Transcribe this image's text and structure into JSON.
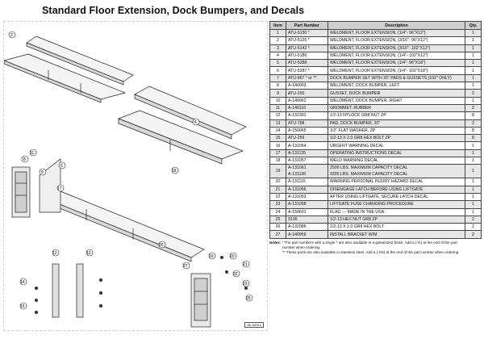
{
  "title": "Standard Floor Extension, Dock Bumpers, and Decals",
  "drawing": {
    "id": "AE-00010"
  },
  "parts_table": {
    "headers": {
      "item": "Item",
      "part_number": "Part Number",
      "description": "Description",
      "qty": "Qty."
    },
    "rows": [
      {
        "item": "1",
        "part": "ATU-5130 *",
        "desc": "WELDMENT, FLOOR EXTENSION, (1/4\"- 96\"X12\")",
        "qty": "1"
      },
      {
        "item": "2",
        "part": "ATU-5126 *",
        "desc": "WELDMENT, FLOOR EXTENSION, (3/16\"- 96\"X12\")",
        "qty": "1"
      },
      {
        "item": "3",
        "part": "ATU-5142 *",
        "desc": "WELDMENT, FLOOR EXTENSION, (3/16\"- 102\"X12\")",
        "qty": "1"
      },
      {
        "item": "4",
        "part": "ATU-5186",
        "desc": "WELDMENT, FLOOR EXTENSION, (1/4\"- 102\"X12\")",
        "qty": "1"
      },
      {
        "item": "5",
        "part": "ATU-5288",
        "desc": "WELDMENT, FLOOR EXTENSION, (1/4\"- 96\"X18\")",
        "qty": "1"
      },
      {
        "item": "6",
        "part": "ATU-5287 *",
        "desc": "WELDMENT, FLOOR EXTENSION, (1/4\"- 102\"X18\")",
        "qty": "1"
      },
      {
        "item": "7",
        "part": "ATU-867 * or **",
        "desc": "DOCK BUMPER SET WITH 20\" PADS & GUSSETS (102\" ONLY)",
        "qty": "1"
      },
      {
        "item": "8",
        "part": "A-140063",
        "desc": "WELDMENT, DOCK BUMPER, LEFT",
        "qty": "1"
      },
      {
        "item": "9",
        "part": "ATU-200",
        "desc": "GUSSET, DOCK BUMPER",
        "qty": "2"
      },
      {
        "item": "10",
        "part": "A-140062",
        "desc": "WELDMENT, DOCK BUMPER, RIGHT",
        "qty": "1"
      },
      {
        "item": "11",
        "part": "A-140116",
        "desc": "GROMMET, RUBBER",
        "qty": "2"
      },
      {
        "item": "12",
        "part": "A-132301",
        "desc": "1/2-13 NYLOCK GR8 NUT ZP",
        "qty": "8"
      },
      {
        "item": "13",
        "part": "ATU-798",
        "desc": "PAD, DOCK BUMPER, 20\"",
        "qty": "2"
      },
      {
        "item": "14",
        "part": "A-150065",
        "desc": "1/2\" FLAT WASHER, ZP",
        "qty": "8"
      },
      {
        "item": "15",
        "part": "ATU-259",
        "desc": "1/2-13 X 2.0 GR8 HEX BOLT ZP",
        "qty": "8"
      },
      {
        "item": "16",
        "part": "A-131054",
        "desc": "URGENT WARNING DECAL",
        "qty": "1"
      },
      {
        "item": "17",
        "part": "A-131135",
        "desc": "OPERATING INSTRUCTIONS DECAL",
        "qty": "1"
      },
      {
        "item": "18",
        "part": "A-131057",
        "desc": "WELD WARNING DECAL",
        "qty": "1"
      },
      {
        "item": "19",
        "part": "A-131061",
        "part2": "A-131136",
        "desc": "2500 LBS. MAXIMUM CAPACITY DECAL",
        "desc2": "3300 LBS. MAXIMUM CAPACITY DECAL",
        "qty": "1"
      },
      {
        "item": "20",
        "part": "A-131115",
        "desc": "WARNING PERSONAL INJURY HAZARD DECAL",
        "qty": "1"
      },
      {
        "item": "21",
        "part": "A-131056",
        "desc": "DISENGAGE LATCH BEFORE USING LIFTGATE",
        "qty": "1"
      },
      {
        "item": "22",
        "part": "A-131053",
        "desc": "AFTER USING LIFTGATE, SECURE LATCH DECAL",
        "qty": "1"
      },
      {
        "item": "23",
        "part": "A-131058",
        "desc": "LIFTGATE FUSE CHANGING PROCEDURE",
        "qty": "1"
      },
      {
        "item": "24",
        "part": "A-150601",
        "desc": "FLAG --- MADE IN THE USA",
        "qty": "1"
      },
      {
        "item": "25",
        "part": "3136",
        "desc": "1/2-13 HEX NUT GR8 ZP",
        "qty": "2"
      },
      {
        "item": "26",
        "part": "A-132086",
        "desc": "1/2-13 X 1.0 GR8 HEX BOLT",
        "qty": "2"
      },
      {
        "item": "27",
        "part": "A-140959",
        "desc": "INSTALL BRACKET W/M",
        "qty": "2"
      }
    ]
  },
  "notes": {
    "label": "Notes:",
    "line1": "* The part numbers with a single * are also available in a galvanized finish. Add a (-G) at the end of the part",
    "line1b": "number when ordering.",
    "line2": "** These parts are also available in stainless steel. Add a (-SS) at the end of the part number when ordering."
  },
  "callouts": [
    "2",
    "4",
    "6",
    "8",
    "9",
    "11",
    "12",
    "13",
    "14",
    "15",
    "17",
    "18",
    "19",
    "20",
    "21",
    "22",
    "23",
    "25",
    "26",
    "27"
  ],
  "colors": {
    "header_bg": "#cfcfcf",
    "shade": "#e6e6e6",
    "line": "#222222"
  }
}
